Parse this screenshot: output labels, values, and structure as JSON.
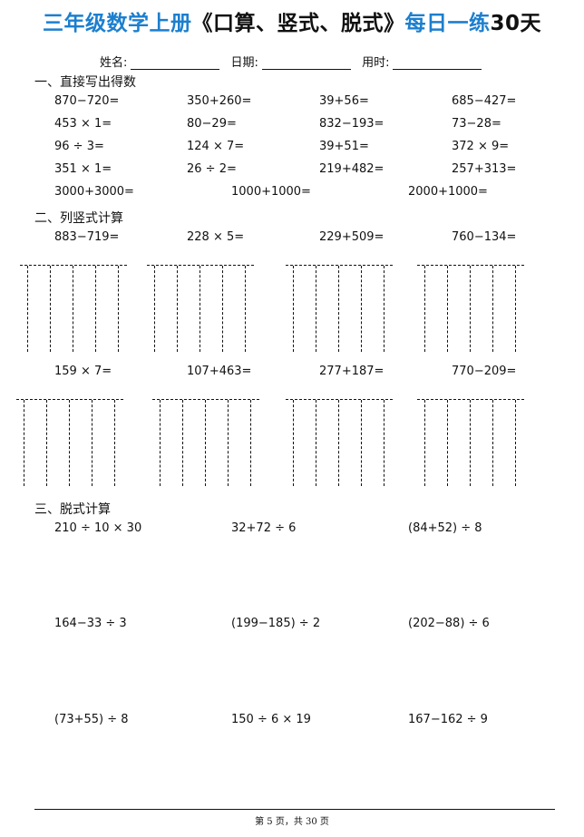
{
  "title": {
    "part1": "三年级数学上册",
    "part2": "《口算、竖式、脱式》",
    "part3": "每日一练",
    "part4": "30天"
  },
  "info": {
    "name_label": "姓名:",
    "date_label": "日期:",
    "time_label": "用时:"
  },
  "section1": {
    "heading": "一、直接写出得数",
    "items": [
      "870−720=",
      "350+260=",
      "39+56=",
      "685−427=",
      "453 × 1=",
      "80−29=",
      "832−193=",
      "73−28=",
      "96 ÷ 3=",
      "124 × 7=",
      "39+51=",
      "372 × 9=",
      "351 × 1=",
      "26 ÷ 2=",
      "219+482=",
      "257+313=",
      "3000+3000=",
      "1000+1000=",
      "2000+1000="
    ]
  },
  "section2": {
    "heading": "二、列竖式计算",
    "row1": [
      "883−719=",
      "228 × 5=",
      "229+509=",
      "760−134="
    ],
    "row2": [
      "159 × 7=",
      "107+463=",
      "277+187=",
      "770−209="
    ]
  },
  "section3": {
    "heading": "三、脱式计算",
    "items": [
      "210 ÷ 10 × 30",
      "32+72 ÷ 6",
      "(84+52) ÷ 8",
      "164−33 ÷ 3",
      "(199−185) ÷ 2",
      "(202−88) ÷ 6",
      "(73+55) ÷ 8",
      "150 ÷ 6 × 19",
      "167−162 ÷ 9"
    ]
  },
  "footer": "第 5 页，共 30 页"
}
